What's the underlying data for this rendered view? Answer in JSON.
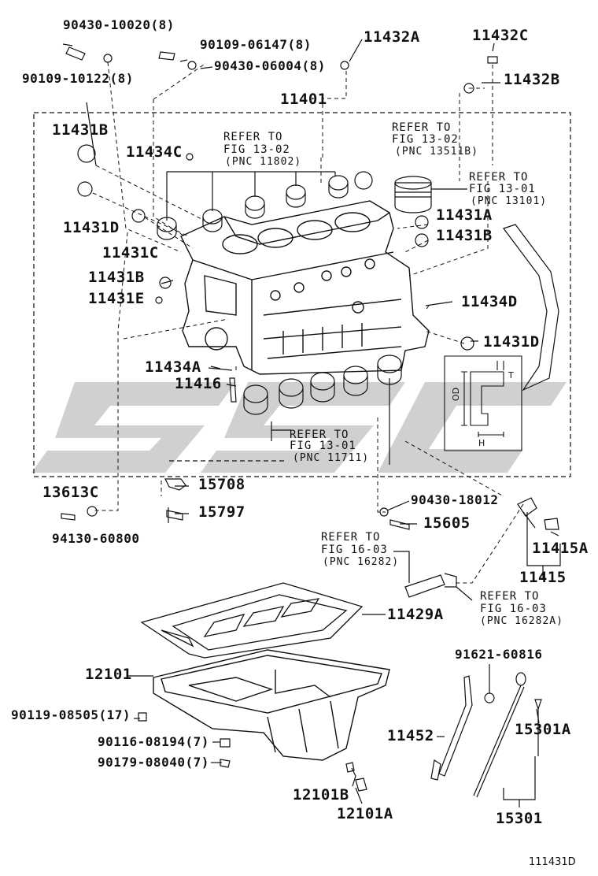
{
  "diagram_id": "111431D",
  "part_numbers": {
    "p90430_10020": "90430-10020(8)",
    "p90109_10122": "90109-10122(8)",
    "p90109_06147": "90109-06147(8)",
    "p90430_06004": "90430-06004(8)",
    "p11432A": "11432A",
    "p11432C": "11432C",
    "p11432B": "11432B",
    "p11401": "11401",
    "p11431B_top": "11431B",
    "p11434C": "11434C",
    "p11431A": "11431A",
    "p11431B_right": "11431B",
    "p11431D_left": "11431D",
    "p11431C": "11431C",
    "p11431B_left": "11431B",
    "p11431E": "11431E",
    "p11434D": "11434D",
    "p11431D_right": "11431D",
    "p11434A": "11434A",
    "p11416": "11416",
    "p15708": "15708",
    "p13613C": "13613C",
    "p15797": "15797",
    "p94130_60800": "94130-60800",
    "p90430_18012": "90430-18012",
    "p15605": "15605",
    "p11415A": "11415A",
    "p11415": "11415",
    "p11429A": "11429A",
    "p12101": "12101",
    "p91621_60816": "91621-60816",
    "p90119_08505": "90119-08505(17)",
    "p11452": "11452",
    "p15301A": "15301A",
    "p90116_08194": "90116-08194(7)",
    "p90179_08040": "90179-08040(7)",
    "p12101B": "12101B",
    "p12101A": "12101A",
    "p15301": "15301"
  },
  "references": {
    "ref1": {
      "l1": "REFER TO",
      "l2": "FIG 13-02",
      "l3": "(PNC 11802)"
    },
    "ref2": {
      "l1": "REFER TO",
      "l2": "FIG 13-02",
      "l3": "(PNC 13511B)"
    },
    "ref3": {
      "l1": "REFER TO",
      "l2": "FIG 13-01",
      "l3": "(PNC 13101)"
    },
    "ref4": {
      "l1": "REFER TO",
      "l2": "FIG 13-01",
      "l3": "(PNC 11711)"
    },
    "ref5": {
      "l1": "REFER TO",
      "l2": "FIG 16-03",
      "l3": "(PNC 16282)"
    },
    "ref6": {
      "l1": "REFER TO",
      "l2": "FIG 16-03",
      "l3": "(PNC 16282A)"
    }
  },
  "inset": {
    "od": "OD",
    "t": "T",
    "h": "H"
  },
  "colors": {
    "line": "#111111",
    "watermark": "#c8c8c8"
  }
}
